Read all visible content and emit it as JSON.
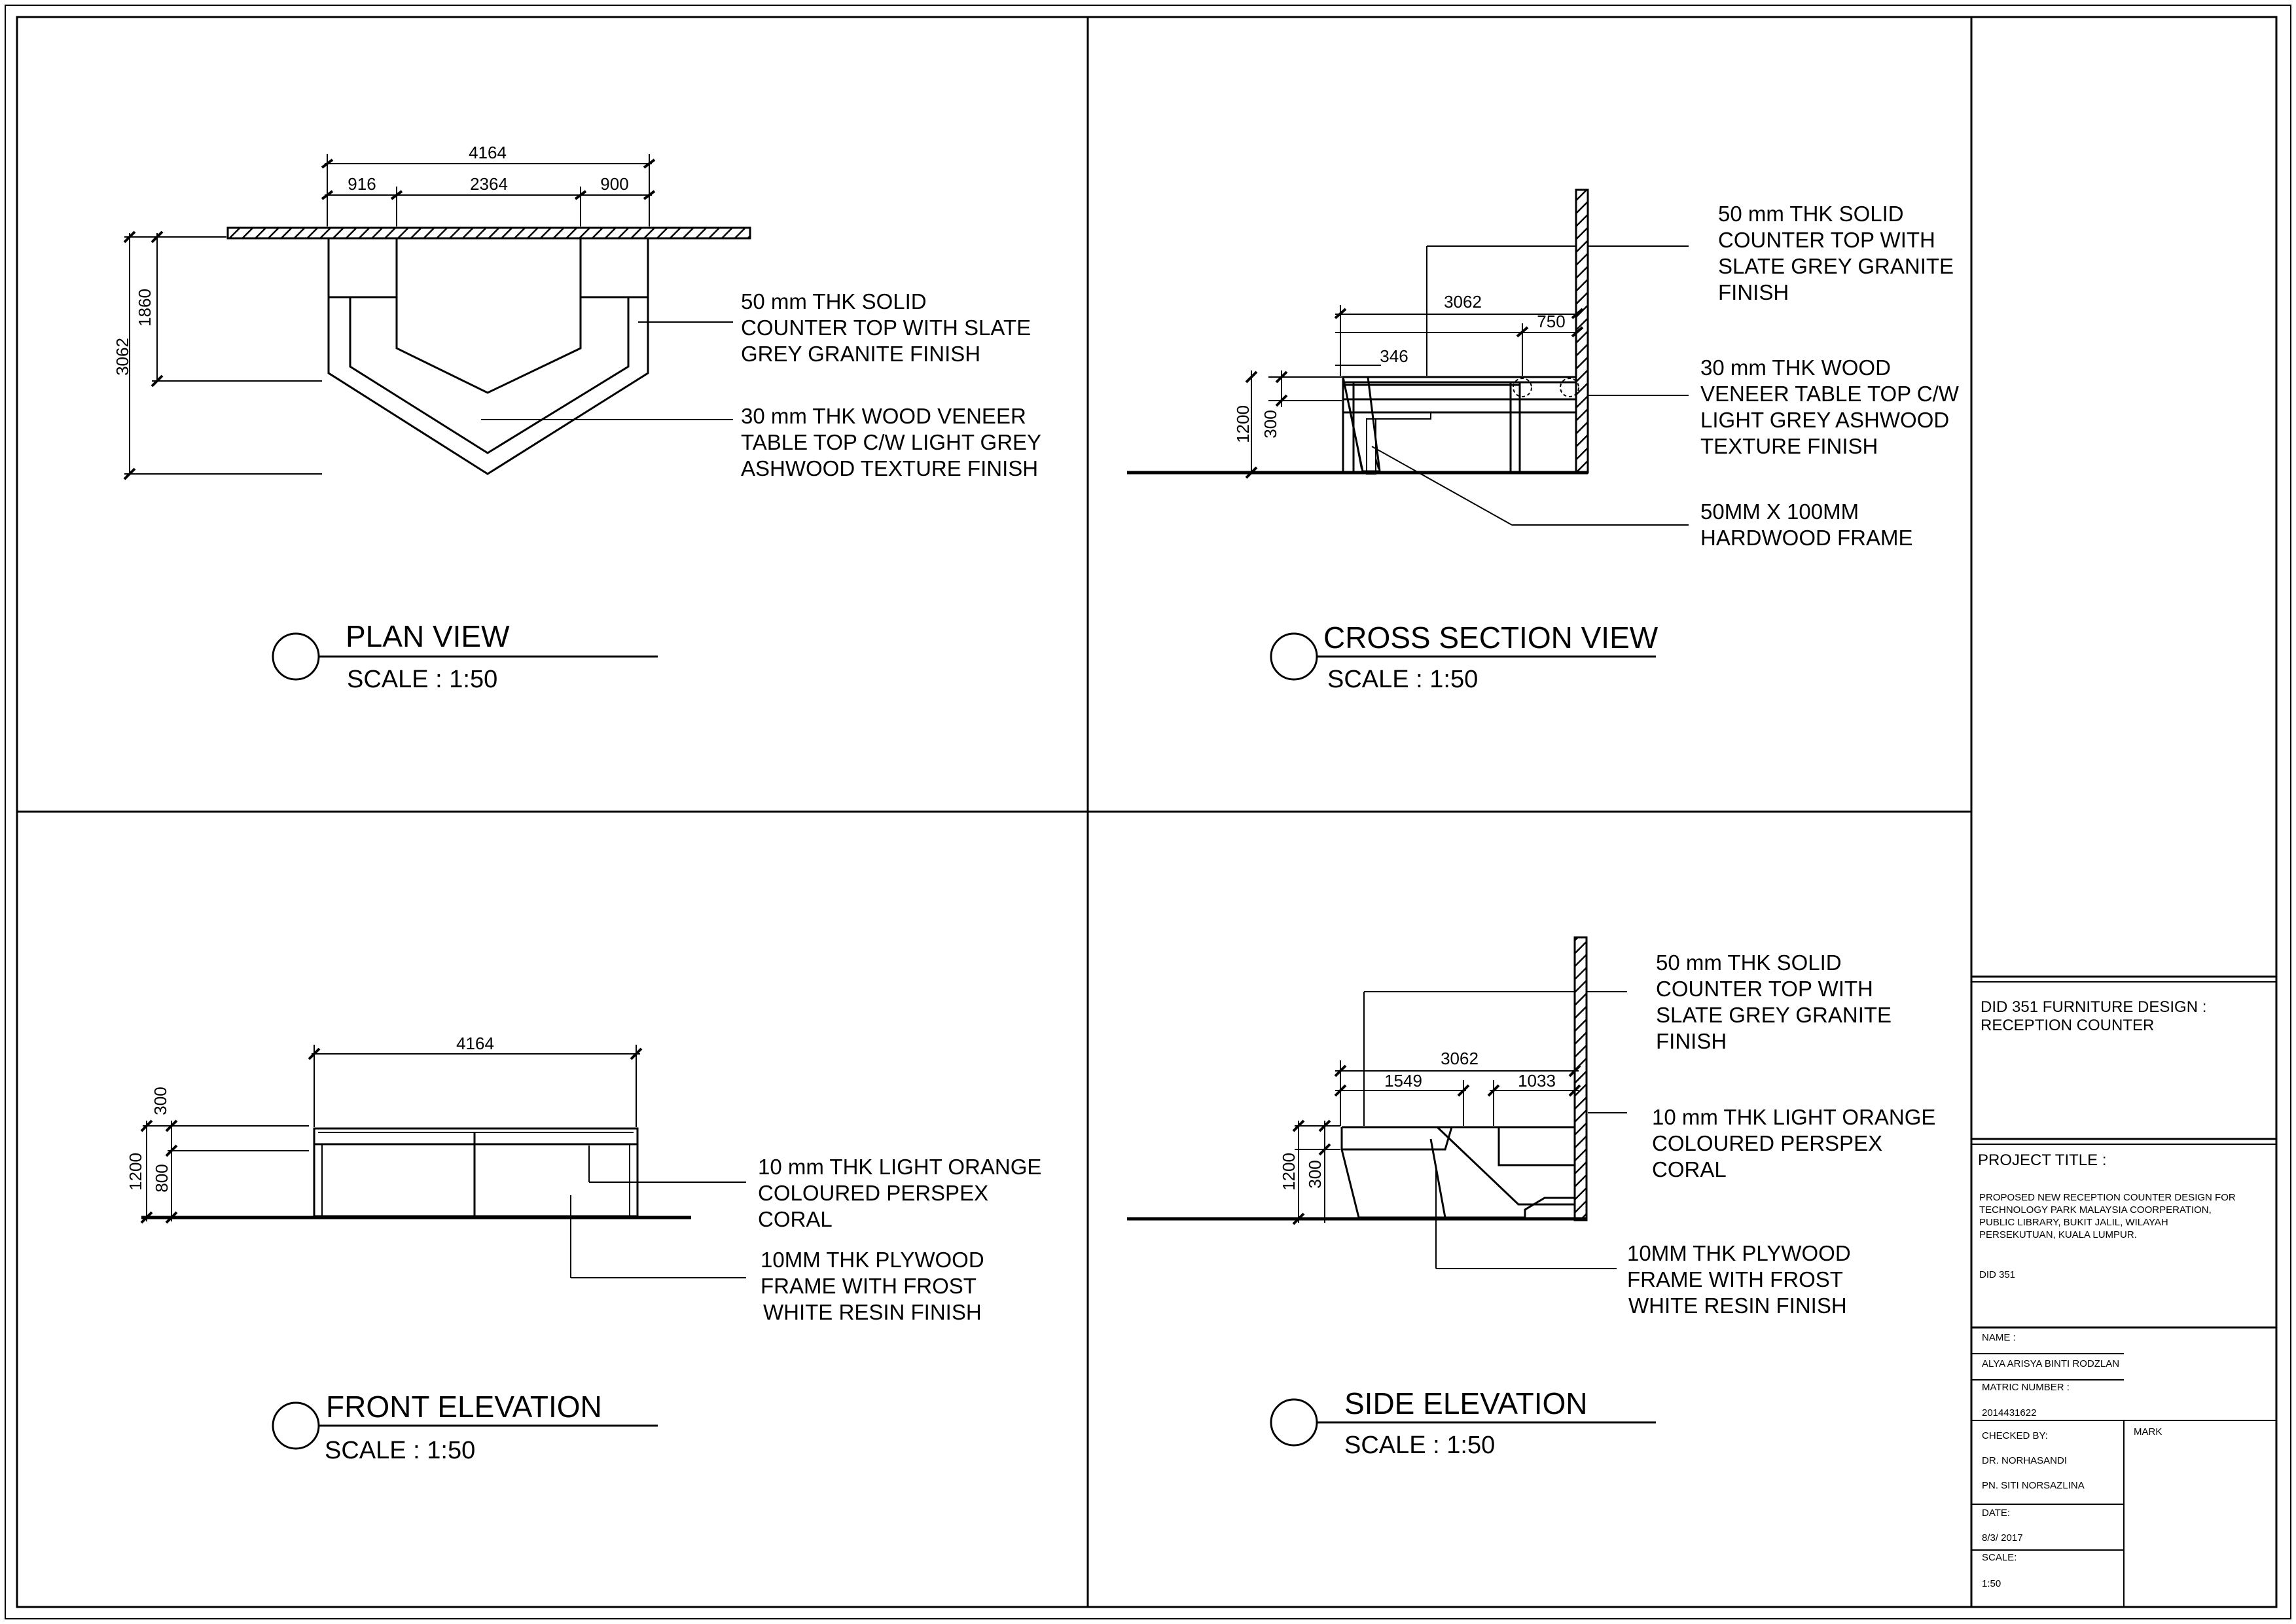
{
  "plan": {
    "dims": {
      "overall": "4164",
      "left": "916",
      "middle": "2364",
      "right": "900",
      "depth_total": "3062",
      "depth_part": "1860"
    },
    "note1": [
      "50 mm THK SOLID",
      "COUNTER TOP WITH SLATE",
      "GREY GRANITE FINISH"
    ],
    "note2": [
      "30 mm THK WOOD VENEER",
      "TABLE TOP C/W LIGHT GREY",
      "ASHWOOD TEXTURE FINISH"
    ],
    "title": "PLAN VIEW",
    "scale": "SCALE :  1:50"
  },
  "section": {
    "dims": {
      "width": "3062",
      "upper": "750",
      "small": "346",
      "height": "1200",
      "lower": "300"
    },
    "note1": [
      "50 mm THK SOLID",
      "COUNTER TOP WITH",
      "SLATE GREY GRANITE",
      "FINISH"
    ],
    "note2": [
      "30 mm THK WOOD",
      "VENEER TABLE TOP C/W",
      "LIGHT GREY ASHWOOD",
      "TEXTURE FINISH"
    ],
    "note3": [
      "50MM X 100MM",
      "HARDWOOD FRAME"
    ],
    "title": "CROSS SECTION VIEW",
    "scale": "SCALE :  1:50"
  },
  "front": {
    "dims": {
      "width": "4164",
      "top": "300",
      "height": "1200",
      "lower": "800"
    },
    "note1": [
      "10 mm THK LIGHT ORANGE",
      "COLOURED PERSPEX",
      "CORAL"
    ],
    "note2": [
      "10MM THK PLYWOOD",
      "FRAME WITH FROST",
      "WHITE RESIN FINISH"
    ],
    "title": "FRONT ELEVATION",
    "scale": "SCALE :  1:50"
  },
  "side": {
    "dims": {
      "width": "3062",
      "left": "1549",
      "right": "1033",
      "height": "1200",
      "lower": "300"
    },
    "note1": [
      "50 mm THK SOLID",
      "COUNTER TOP WITH",
      "SLATE GREY GRANITE",
      "FINISH"
    ],
    "note2": [
      "10 mm THK LIGHT ORANGE",
      "COLOURED PERSPEX",
      "CORAL"
    ],
    "note3": [
      "10MM THK PLYWOOD",
      "FRAME WITH FROST",
      "WHITE RESIN FINISH"
    ],
    "title": "SIDE ELEVATION",
    "scale": "SCALE :  1:50"
  },
  "titleblock": {
    "course": [
      "DID 351 FURNITURE DESIGN :",
      "RECEPTION COUNTER"
    ],
    "project_label": "PROJECT TITLE :",
    "project_text": [
      "PROPOSED NEW RECEPTION COUNTER DESIGN FOR",
      "TECHNOLOGY PARK MALAYSIA COORPERATION,",
      "PUBLIC LIBRARY, BUKIT JALIL, WILAYAH",
      "PERSEKUTUAN, KUALA LUMPUR."
    ],
    "code": "DID 351",
    "name_label": "NAME :",
    "name": "ALYA ARISYA BINTI RODZLAN",
    "matric_label": "MATRIC NUMBER :",
    "matric": "2014431622",
    "checked_label": "CHECKED BY:",
    "checked1": "DR. NORHASANDI",
    "checked2": "PN. SITI NORSAZLINA",
    "mark_label": "MARK",
    "date_label": "DATE:",
    "date": "8/3/ 2017",
    "scale_label": "SCALE:",
    "scale": "1:50"
  }
}
